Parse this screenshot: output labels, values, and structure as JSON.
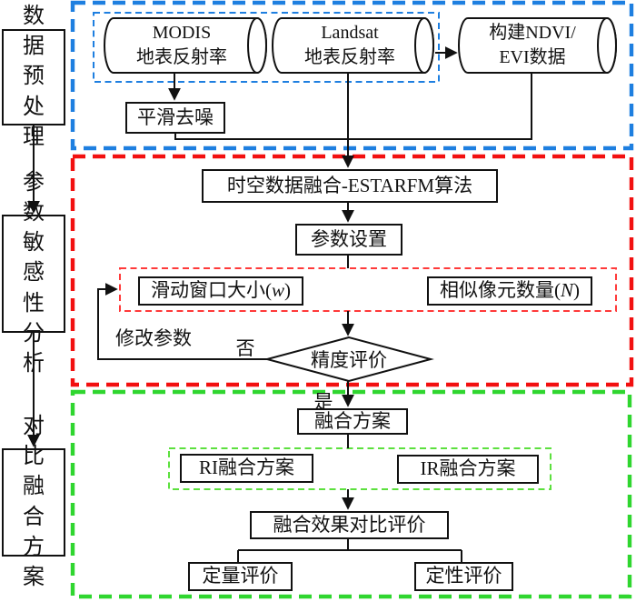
{
  "colors": {
    "blue": "#1e7fe0",
    "red": "#f21010",
    "redInner": "#ff3a3a",
    "green": "#2fd62f",
    "greenInner": "#5ce03e",
    "ink": "#111111"
  },
  "left_column": {
    "preprocessing_label": "数据预处理",
    "sensitivity_label": "参数敏感性分析",
    "comparison_label": "对比融合方案"
  },
  "preprocessing": {
    "modis": {
      "line1": "MODIS",
      "line2": "地表反射率"
    },
    "landsat": {
      "line1": "Landsat",
      "line2": "地表反射率"
    },
    "ndvi": {
      "line1": "构建NDVI/",
      "line2": "EVI数据"
    },
    "smooth_label": "平滑去噪"
  },
  "sensitivity": {
    "estarfm_label": "时空数据融合-ESTARFM算法",
    "param_setting_label": "参数设置",
    "window": {
      "prefix": "滑动窗口大小(",
      "variable": "w",
      "suffix": ")"
    },
    "similar": {
      "prefix": "相似像元数量(",
      "variable": "N",
      "suffix": ")"
    },
    "modify_label": "修改参数",
    "no_label": "否",
    "accuracy_label": "精度评价"
  },
  "comparison": {
    "yes_label": "是",
    "scheme_label": "融合方案",
    "ri_label": "RI融合方案",
    "ir_label": "IR融合方案",
    "evaluate_label": "融合效果对比评价",
    "quantitative_label": "定量评价",
    "qualitative_label": "定性评价"
  }
}
